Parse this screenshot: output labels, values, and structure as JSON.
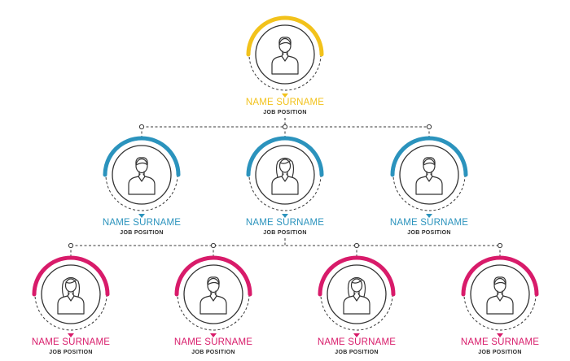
{
  "colors": {
    "top": "#f2c21b",
    "middle": "#2b93bd",
    "bottom": "#d81b6a",
    "line": "#3a3a3a"
  },
  "nodes": [
    {
      "id": "ceo",
      "level": "top",
      "gender": "male",
      "name": "NAME SURNAME",
      "position": "JOB POSITION",
      "icon": "male-avatar-icon"
    },
    {
      "id": "manager-1",
      "level": "middle",
      "gender": "male",
      "name": "NAME SURNAME",
      "position": "JOB POSITION",
      "icon": "male-avatar-icon"
    },
    {
      "id": "manager-2",
      "level": "middle",
      "gender": "female",
      "name": "NAME SURNAME",
      "position": "JOB POSITION",
      "icon": "female-avatar-icon"
    },
    {
      "id": "manager-3",
      "level": "middle",
      "gender": "male",
      "name": "NAME SURNAME",
      "position": "JOB POSITION",
      "icon": "male-avatar-icon"
    },
    {
      "id": "staff-1",
      "level": "bottom",
      "gender": "female",
      "name": "NAME SURNAME",
      "position": "JOB POSITION",
      "icon": "female-avatar-icon"
    },
    {
      "id": "staff-2",
      "level": "bottom",
      "gender": "male",
      "name": "NAME SURNAME",
      "position": "JOB POSITION",
      "icon": "male-avatar-icon"
    },
    {
      "id": "staff-3",
      "level": "bottom",
      "gender": "female",
      "name": "NAME SURNAME",
      "position": "JOB POSITION",
      "icon": "female-avatar-icon"
    },
    {
      "id": "staff-4",
      "level": "bottom",
      "gender": "male",
      "name": "NAME SURNAME",
      "position": "JOB POSITION",
      "icon": "male-avatar-icon"
    }
  ],
  "edges": [
    [
      "ceo",
      "manager-1"
    ],
    [
      "ceo",
      "manager-2"
    ],
    [
      "ceo",
      "manager-3"
    ],
    [
      "manager-2",
      "staff-1"
    ],
    [
      "manager-2",
      "staff-2"
    ],
    [
      "manager-2",
      "staff-3"
    ],
    [
      "manager-2",
      "staff-4"
    ]
  ]
}
